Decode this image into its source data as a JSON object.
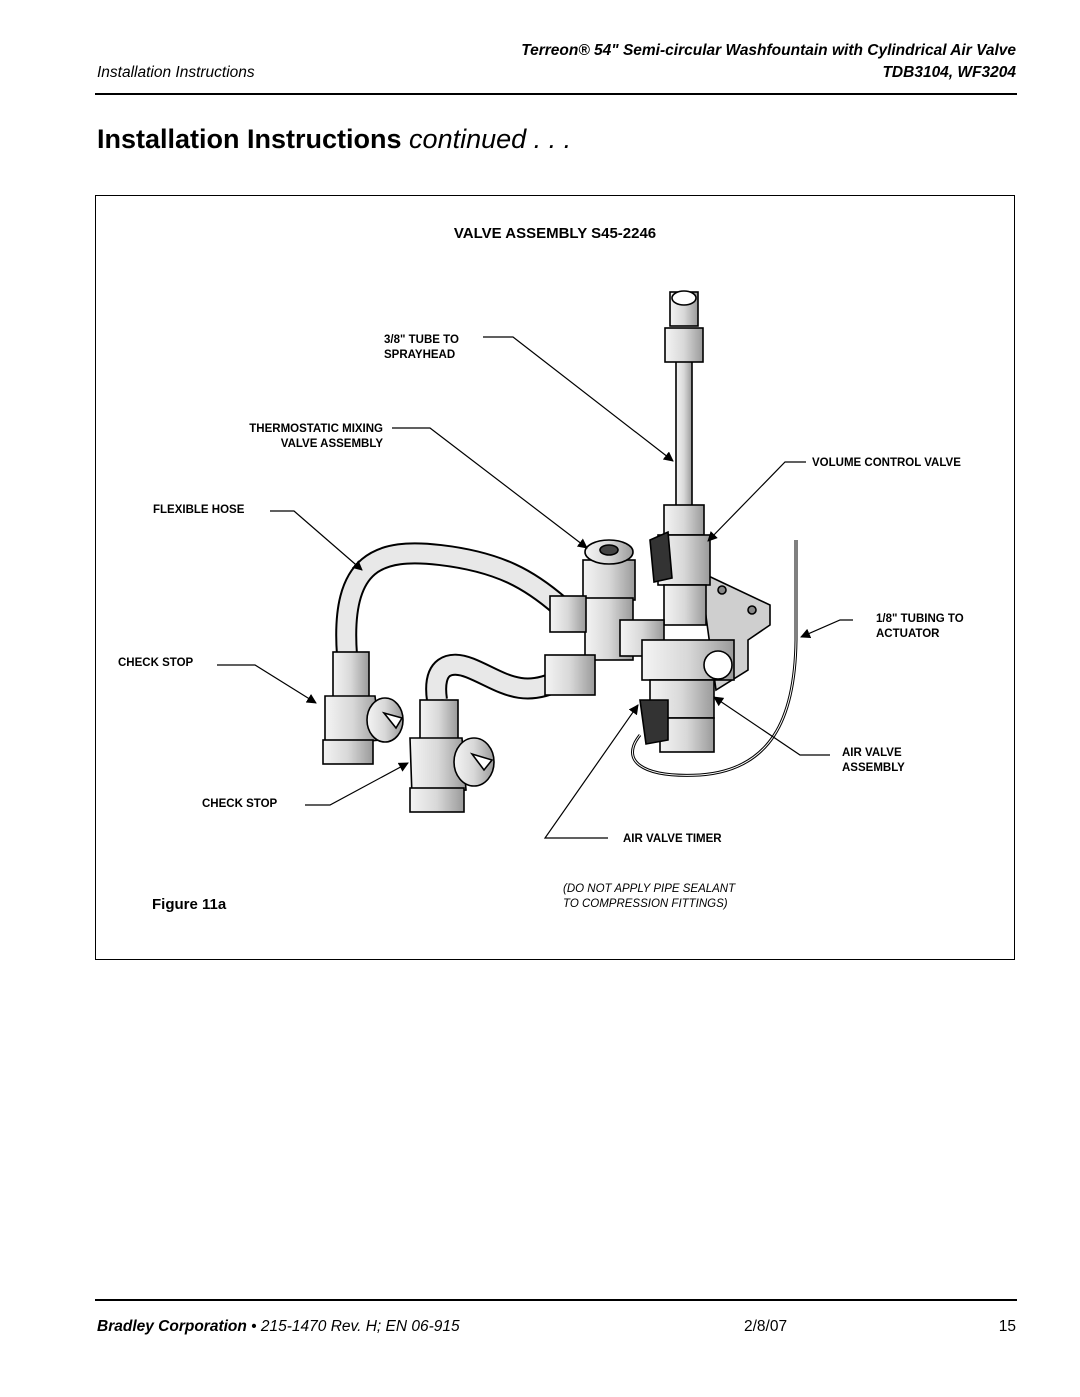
{
  "header": {
    "title": "Terreon® 54\" Semi-circular Washfountain with Cylindrical Air Valve",
    "section": "Installation Instructions",
    "models": "TDB3104, WF3204"
  },
  "heading": {
    "bold": "Installation Instructions",
    "italic": "continued . . ."
  },
  "figure": {
    "title": "VALVE ASSEMBLY S45-2246",
    "number": "Figure 11a",
    "labels": {
      "tube_line1": "3/8\" TUBE TO",
      "tube_line2": "SPRAYHEAD",
      "thermo_line1": "THERMOSTATIC MIXING",
      "thermo_line2": "VALVE ASSEMBLY",
      "flex_hose": "FLEXIBLE HOSE",
      "check_stop_1": "CHECK STOP",
      "check_stop_2": "CHECK STOP",
      "volume_control": "VOLUME CONTROL VALVE",
      "tubing_line1": "1/8\" TUBING TO",
      "tubing_line2": "ACTUATOR",
      "air_valve_line1": "AIR VALVE",
      "air_valve_line2": "ASSEMBLY",
      "air_valve_timer": "AIR VALVE TIMER"
    },
    "note_line1": "(DO NOT APPLY PIPE SEALANT",
    "note_line2": "TO COMPRESSION FITTINGS)"
  },
  "footer": {
    "company": "Bradley Corporation",
    "doc": " • 215-1470 Rev. H; EN 06-915",
    "date": "2/8/07",
    "page": "15"
  }
}
